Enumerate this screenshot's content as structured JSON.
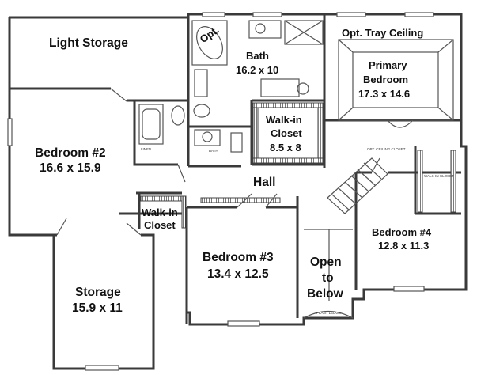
{
  "rooms": {
    "light_storage": {
      "name": "Light Storage"
    },
    "opt_tub": {
      "name": "Opt."
    },
    "bath": {
      "name": "Bath",
      "size": "16.2 x 10"
    },
    "tray": {
      "name": "Opt. Tray Ceiling"
    },
    "primary": {
      "name1": "Primary",
      "name2": "Bedroom",
      "size": "17.3 x 14.6"
    },
    "walkin_primary": {
      "name1": "Walk-in",
      "name2": "Closet",
      "size": "8.5 x 8"
    },
    "bedroom2": {
      "name": "Bedroom #2",
      "size": "16.6 x 15.9"
    },
    "hall": {
      "name": "Hall"
    },
    "walkin_small": {
      "name1": "Walk-in",
      "name2": "Closet"
    },
    "bedroom3": {
      "name": "Bedroom #3",
      "size": "13.4 x 12.5"
    },
    "open_below": {
      "l1": "Open",
      "l2": "to",
      "l3": "Below"
    },
    "bedroom4": {
      "name": "Bedroom #4",
      "size": "12.8 x 11.3"
    },
    "storage": {
      "name": "Storage",
      "size": "15.9 x 11"
    }
  },
  "small_notes": {
    "linen": "LINEN",
    "bath2": "BATH",
    "ceiling": "OPT. CEILING CLOSET",
    "closet4": "WALK-IN CLOSET",
    "plant_ledge": "PLANT LEDGE"
  }
}
